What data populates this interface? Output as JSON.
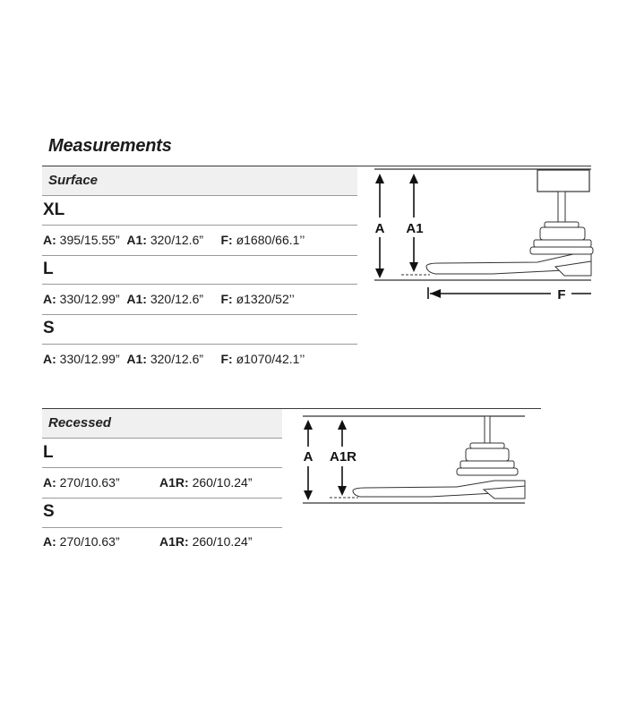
{
  "title": "Measurements",
  "surface": {
    "heading": "Surface",
    "models": [
      {
        "size": "XL",
        "a_label": "A:",
        "a_value": "395/15.55”",
        "a1_label": "A1:",
        "a1_value": "320/12.6”",
        "f_label": "F:",
        "f_value": "ø1680/66.1’’"
      },
      {
        "size": "L",
        "a_label": "A:",
        "a_value": "330/12.99”",
        "a1_label": "A1:",
        "a1_value": "320/12.6”",
        "f_label": "F:",
        "f_value": "ø1320/52’’"
      },
      {
        "size": "S",
        "a_label": "A:",
        "a_value": "330/12.99”",
        "a1_label": "A1:",
        "a1_value": "320/12.6”",
        "f_label": "F:",
        "f_value": "ø1070/42.1’’"
      }
    ],
    "diagram": {
      "label_a": "A",
      "label_a1": "A1",
      "label_f": "F"
    }
  },
  "recessed": {
    "heading": "Recessed",
    "models": [
      {
        "size": "L",
        "a_label": "A:",
        "a_value": "270/10.63”",
        "a1r_label": "A1R:",
        "a1r_value": "260/10.24”"
      },
      {
        "size": "S",
        "a_label": "A:",
        "a_value": "270/10.63”",
        "a1r_label": "A1R:",
        "a1r_value": "260/10.24”"
      }
    ],
    "diagram": {
      "label_a": "A",
      "label_a1r": "A1R"
    }
  }
}
